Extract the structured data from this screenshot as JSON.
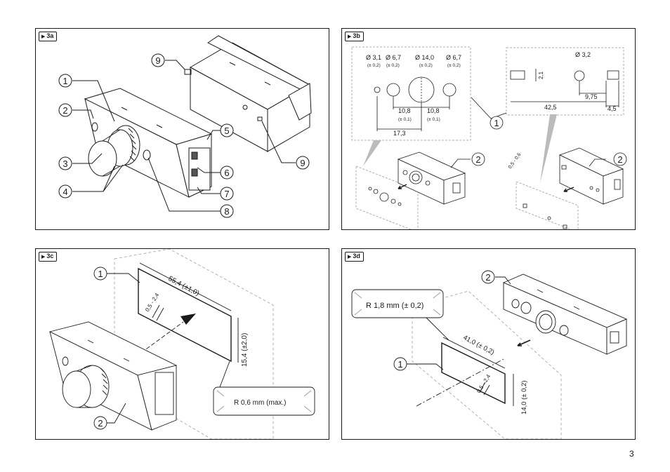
{
  "page_number": "3",
  "panels": {
    "a": {
      "tag": "3a",
      "callouts": [
        "1",
        "2",
        "3",
        "4",
        "5",
        "6",
        "7",
        "8",
        "9",
        "9"
      ]
    },
    "b": {
      "tag": "3b",
      "holes": [
        {
          "dia": "Ø 3,1",
          "tol": "(± 0,2)"
        },
        {
          "dia": "Ø 6,7",
          "tol": "(± 0,2)"
        },
        {
          "dia": "Ø 14,0",
          "tol": "(± 0,2)"
        },
        {
          "dia": "Ø 6,7",
          "tol": "(± 0,2)"
        }
      ],
      "spacing_left": "10,8",
      "spacing_left_tol": "(± 0,1)",
      "spacing_right": "10,8",
      "spacing_right_tol": "(± 0,1)",
      "offset": "17,3",
      "dia_right": "Ø 3,2",
      "slot_h": "2,1",
      "dim_975": "9,75",
      "dim_425": "42,5",
      "dim_45": "4,5",
      "thickness": "0,5 - 0,6",
      "callouts": [
        "1",
        "2",
        "2"
      ]
    },
    "c": {
      "tag": "3c",
      "width": "55,4 (±1,0)",
      "height": "15,4 (±2,0)",
      "thickness": "0,5 - 2,4",
      "radius": "R 0,6 mm (max.)",
      "callouts": [
        "1",
        "2"
      ]
    },
    "d": {
      "tag": "3d",
      "radius": "R 1,8 mm  (± 0,2)",
      "width": "41,0  (± 0,2)",
      "height": "14,0  (± 0,2)",
      "thickness": "0,5 - 2,4",
      "callouts": [
        "1",
        "2"
      ]
    }
  }
}
